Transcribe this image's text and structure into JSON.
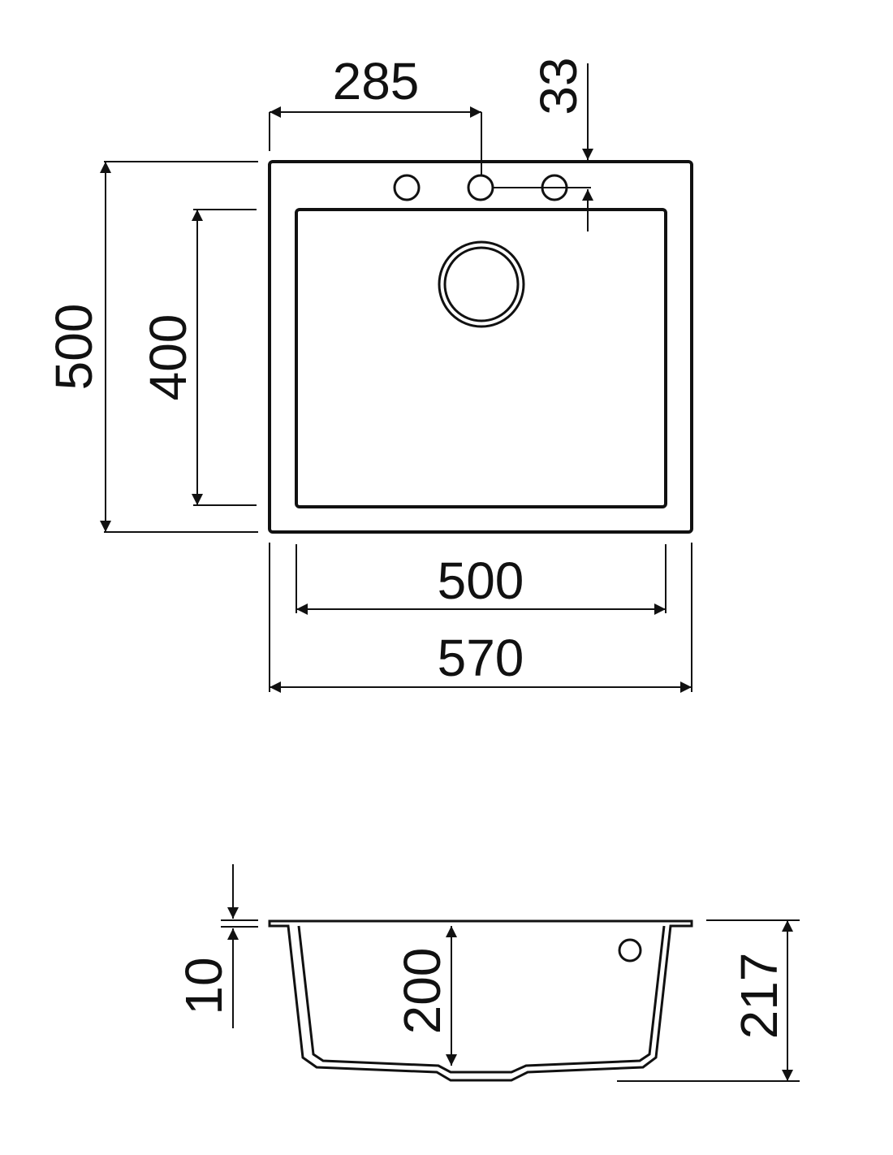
{
  "drawing": {
    "colors": {
      "line": "#111111",
      "background": "#ffffff"
    },
    "top_view": {
      "dimensions": {
        "tap_hole_offset": "285",
        "tap_hole_edge_distance": "33",
        "overall_depth": "500",
        "bowl_depth": "400",
        "bowl_width": "500",
        "overall_width": "570"
      }
    },
    "side_view": {
      "dimensions": {
        "rim_thickness": "10",
        "bowl_height": "200",
        "overall_height": "217"
      }
    }
  }
}
